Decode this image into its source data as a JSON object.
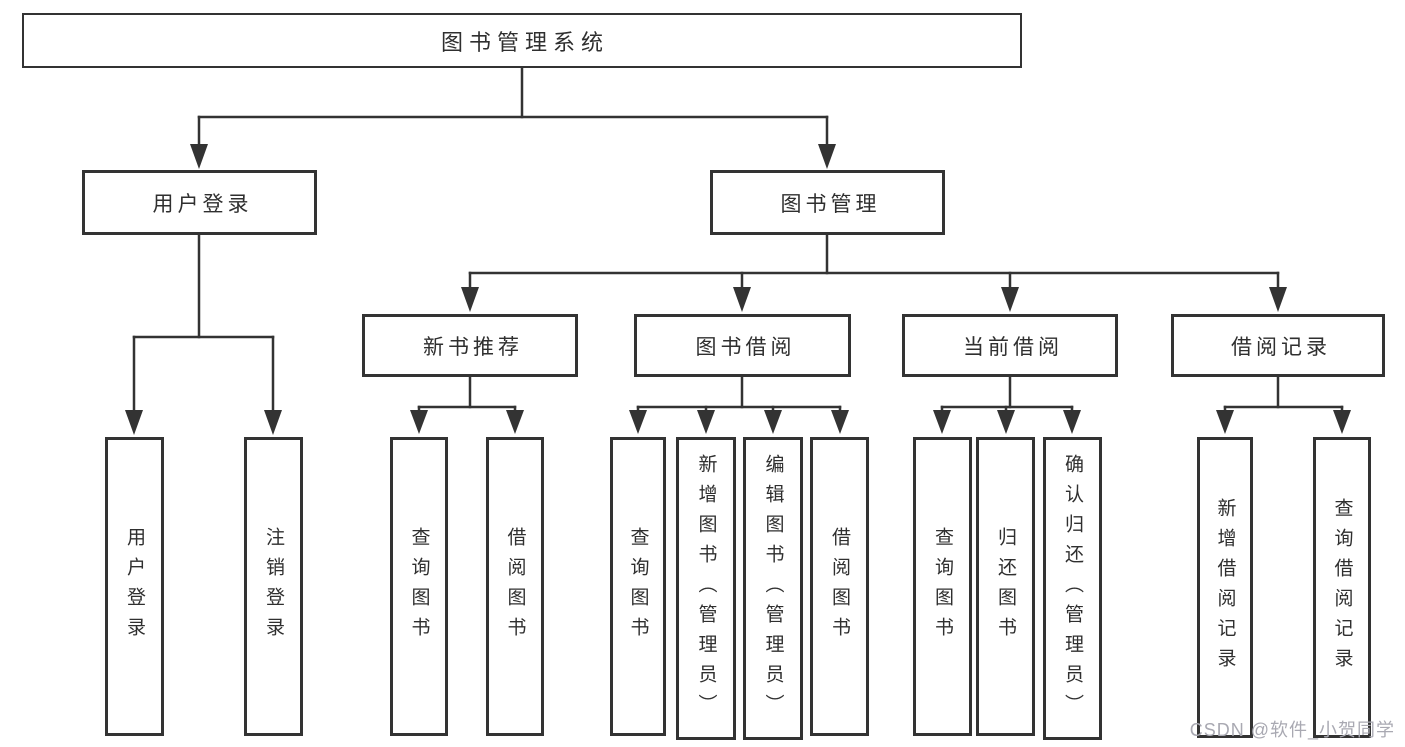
{
  "root": {
    "label": "图书管理系统"
  },
  "level2": [
    {
      "label": "用户登录"
    },
    {
      "label": "图书管理"
    }
  ],
  "level3": [
    {
      "label": "新书推荐"
    },
    {
      "label": "图书借阅"
    },
    {
      "label": "当前借阅"
    },
    {
      "label": "借阅记录"
    }
  ],
  "leaves": {
    "user_login": [
      "用户登录",
      "注销登录"
    ],
    "new_books": [
      "查询图书",
      "借阅图书"
    ],
    "book_borrow": [
      "查询图书",
      "新增图书（管理员）",
      "编辑图书（管理员）",
      "借阅图书"
    ],
    "current_borrow": [
      "查询图书",
      "归还图书",
      "确认归还（管理员）"
    ],
    "borrow_records": [
      "新增借阅记录",
      "查询借阅记录"
    ]
  },
  "watermark": {
    "text": "CSDN @软件_小贺同学"
  },
  "colors": {
    "line": "#333333",
    "text": "#2f2f2f",
    "background": "#ffffff",
    "watermark": "#a9a9b2"
  }
}
